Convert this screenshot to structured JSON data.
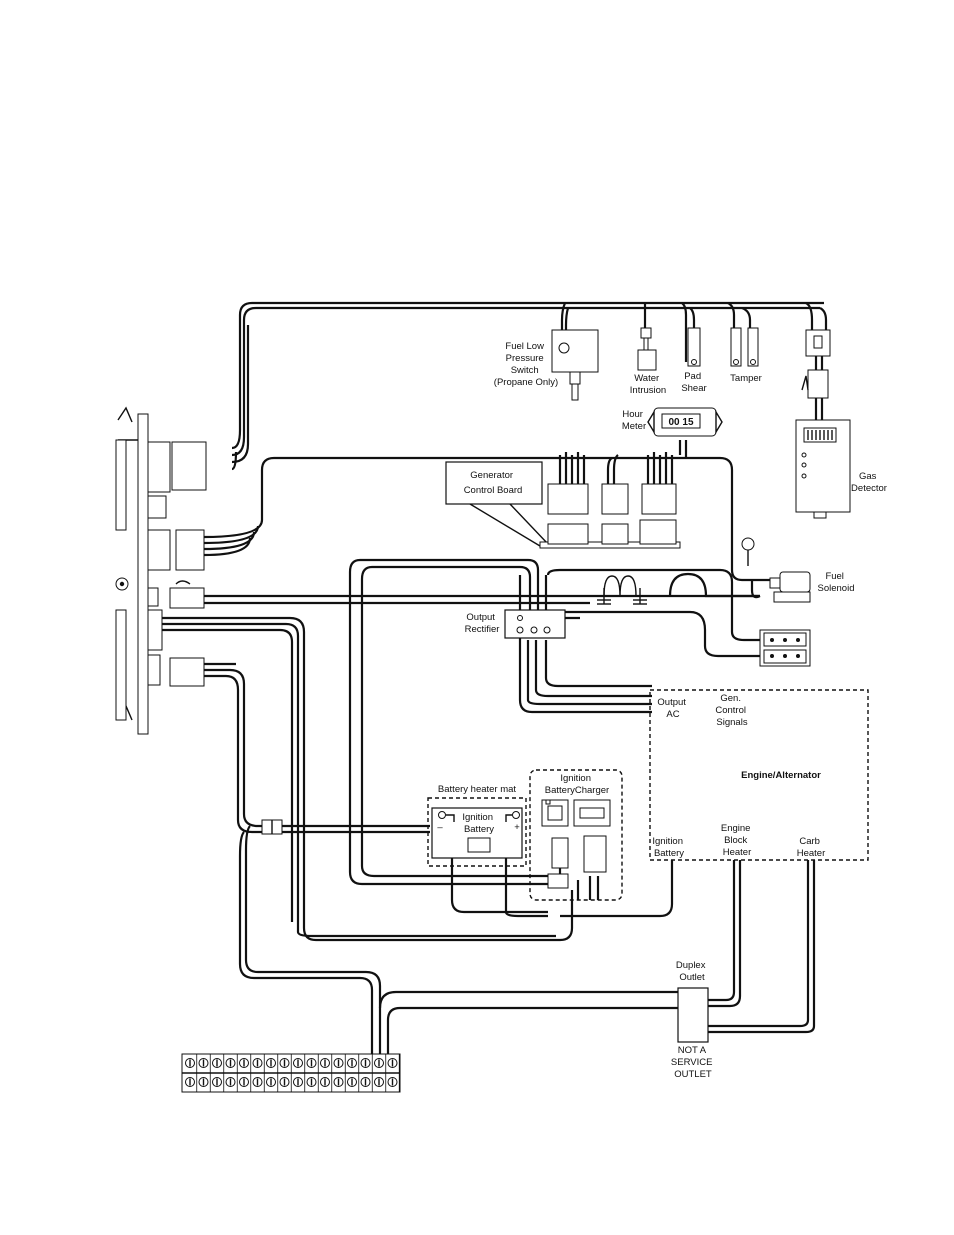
{
  "labels": {
    "fuel_low_pressure": [
      "Fuel Low",
      "Pressure",
      "Switch",
      "(Propane Only)"
    ],
    "water_intrusion": [
      "Water",
      "Intrusion"
    ],
    "pad_shear": [
      "Pad",
      "Shear"
    ],
    "tamper": "Tamper",
    "hour_meter": [
      "Hour",
      "Meter"
    ],
    "hour_meter_display": "00 15",
    "gas_detector": [
      "Gas",
      "Detector"
    ],
    "generator_control_board": [
      "Generator",
      "Control Board"
    ],
    "fuel_solenoid": [
      "Fuel",
      "Solenoid"
    ],
    "output_rectifier": [
      "Output",
      "Rectifier"
    ],
    "output_ac": [
      "Output",
      "AC"
    ],
    "gen_control_signals": [
      "Gen.",
      "Control",
      "Signals"
    ],
    "engine_alternator": "Engine/Alternator",
    "ignition_battery_eng": [
      "Ignition",
      "Battery"
    ],
    "engine_block_heater": [
      "Engine",
      "Block",
      "Heater"
    ],
    "carb_heater": [
      "Carb",
      "Heater"
    ],
    "battery_heater_mat": "Battery heater mat",
    "ignition_battery": [
      "Ignition",
      "Battery"
    ],
    "ignition_battery_charger": [
      "Ignition",
      "BatteryCharger"
    ],
    "duplex_outlet": [
      "Duplex",
      "Outlet"
    ],
    "not_a_service_outlet": [
      "NOT A",
      "SERVICE",
      "OUTLET"
    ],
    "battery_minus": "–",
    "battery_plus": "+"
  }
}
